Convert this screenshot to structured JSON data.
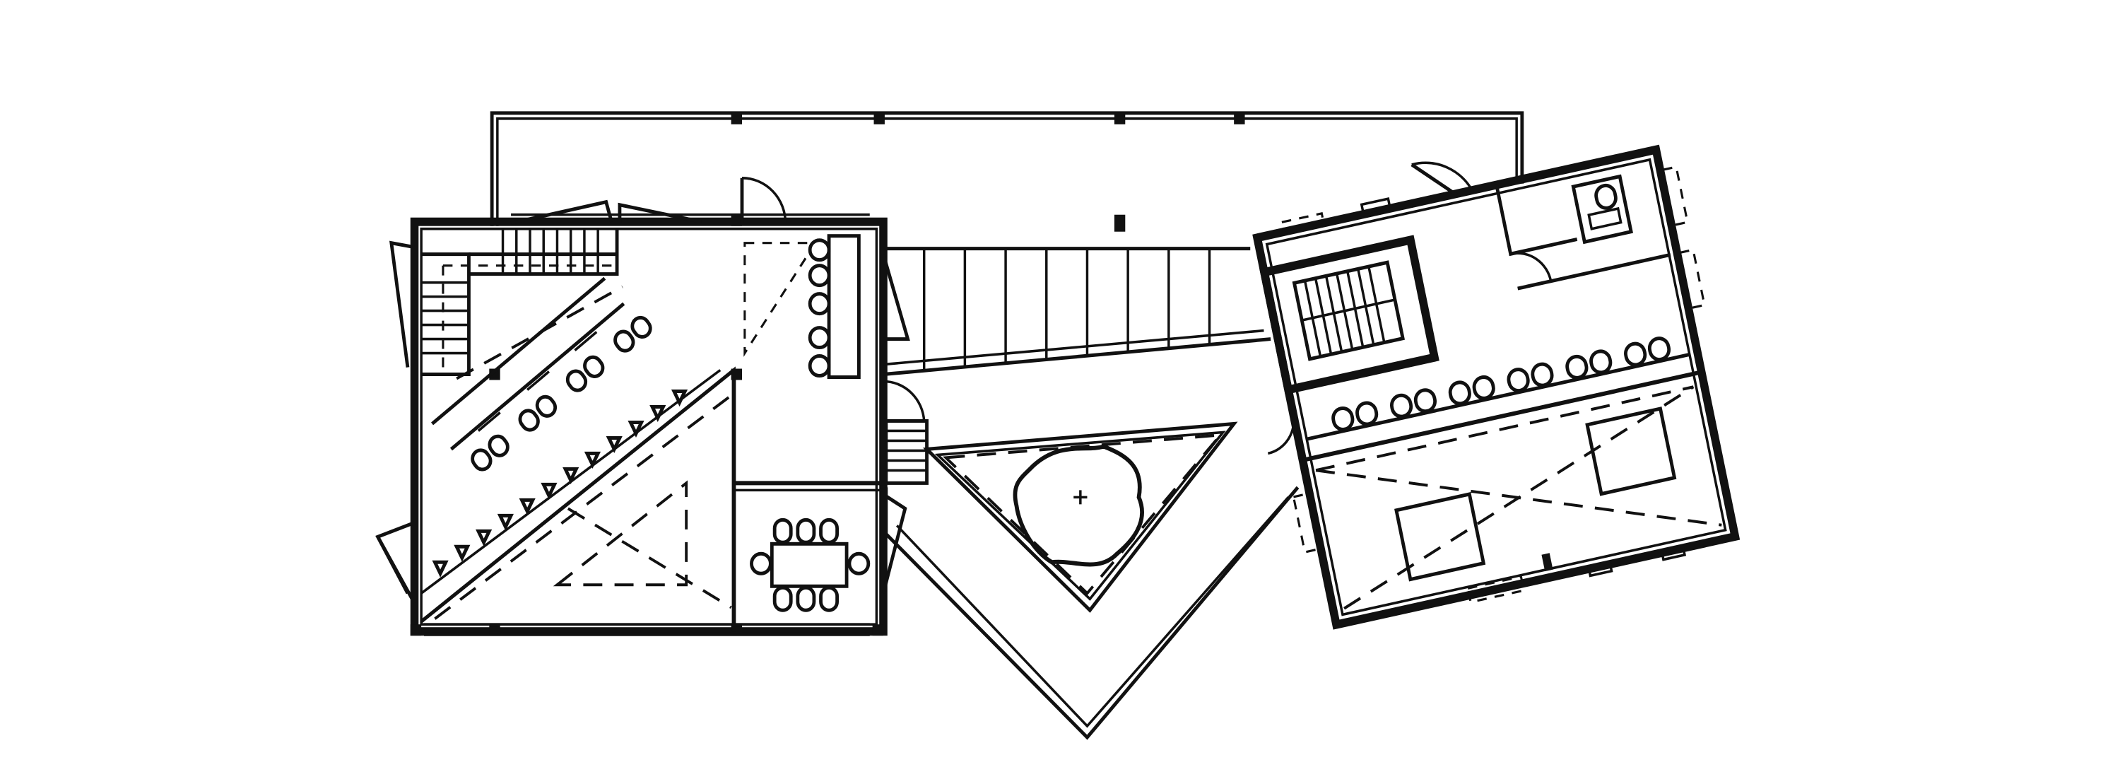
{
  "drawing": {
    "type": "architectural-floor-plan",
    "colors": {
      "background": "#ffffff",
      "ink": "#111111"
    },
    "blocks": [
      {
        "id": "west-building",
        "contents": [
          "stair",
          "lecture-seating",
          "meeting-room",
          "small-stair"
        ]
      },
      {
        "id": "bridge",
        "contents": [
          "stair-treads"
        ]
      },
      {
        "id": "courtyard",
        "contents": [
          "triangular-planter",
          "tree"
        ]
      },
      {
        "id": "east-building",
        "contents": [
          "stair-core",
          "restroom",
          "seating-row",
          "open-hall"
        ]
      }
    ],
    "labels": []
  }
}
